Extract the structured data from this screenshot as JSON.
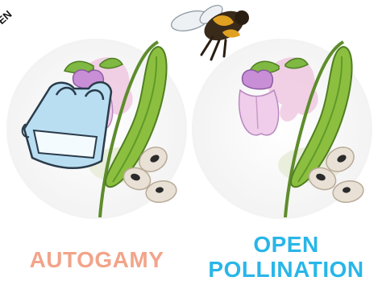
{
  "corner_text": "EN",
  "labels": {
    "autogamy": "AUTOGAMY",
    "open_line1": "OPEN",
    "open_line2": "POLLINATION"
  },
  "colors": {
    "autogamy_label": "#f2a48a",
    "open_label": "#29b6e8",
    "flower_petal": "#e8b6e0",
    "flower_center": "#c98fd6",
    "pod": "#8cbf3f",
    "pod_dark": "#4f7f22",
    "seed": "#e7ddd0",
    "seed_eye": "#2b2b2b",
    "bag": "#b9def2",
    "bag_outline": "#2a3b4a",
    "bee_body": "#3a2a1a",
    "bee_stripe": "#e0a020",
    "splash": "#e9b8d6"
  },
  "icons": [
    "pollination-bag-icon",
    "bee-icon",
    "bean-flower-icon",
    "bean-pod-icon",
    "bean-seed-icon"
  ]
}
